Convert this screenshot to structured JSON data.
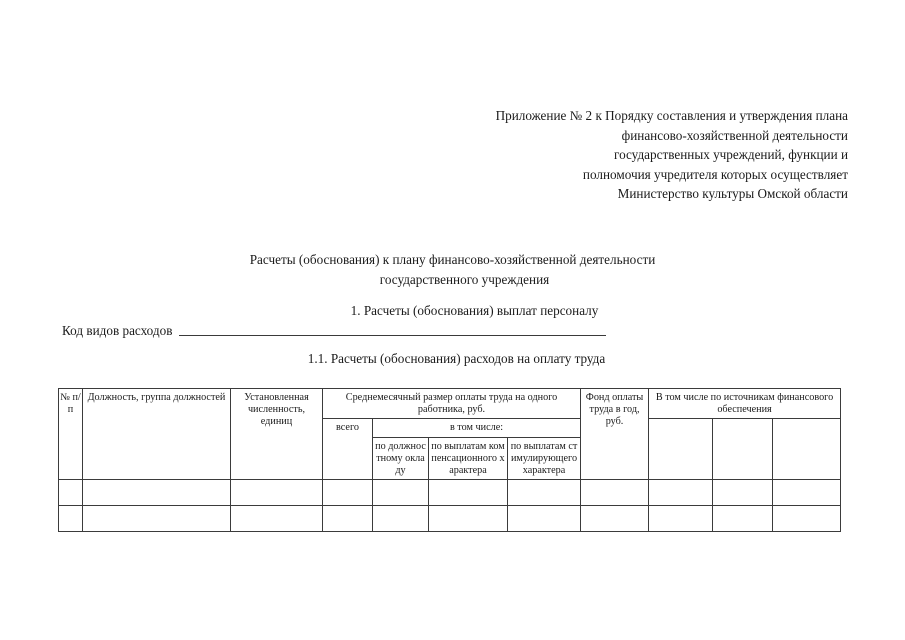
{
  "appendix": {
    "lines": [
      "Приложение № 2",
      "к Порядку составления и утверждения плана",
      "финансово-хозяйственной деятельности",
      "государственных учреждений, функции и",
      "полномочия учредителя которых осуществляет",
      "Министерство культуры Омской области"
    ]
  },
  "document_title": {
    "line1": "Расчеты (обоснования) к плану финансово-хозяйственной деятельности",
    "line2": "государственного учреждения"
  },
  "section": {
    "title": "1. Расчеты (обоснования) выплат персоналу"
  },
  "code_row": {
    "label": "Код видов расходов",
    "value": ""
  },
  "subsection": {
    "title": "1.1. Расчеты (обоснования) расходов на оплату труда"
  },
  "table": {
    "headers": {
      "num": "№ п/п",
      "position": "Должность, группа должностей",
      "headcount": "Установленная численность, единиц",
      "avg_monthly_group": "Среднемесячный размер оплаты труда на одного работника, руб.",
      "total": "всего",
      "including": "в том числе:",
      "by_salary": "по должностному окладу",
      "by_compensation": "по выплатам компенсационного характера",
      "by_incentive": "по выплатам стимулирующего характера",
      "annual_fund": "Фонд оплаты труда в год, руб.",
      "sources_group": "В том числе по источникам финансового обеспечения",
      "source_1": "",
      "source_2": "",
      "source_3": ""
    },
    "rows": [
      {
        "num": "",
        "position": "",
        "headcount": "",
        "total": "",
        "by_salary": "",
        "by_compensation": "",
        "by_incentive": "",
        "annual_fund": "",
        "source_1": "",
        "source_2": "",
        "source_3": ""
      },
      {
        "num": "",
        "position": "",
        "headcount": "",
        "total": "",
        "by_salary": "",
        "by_compensation": "",
        "by_incentive": "",
        "annual_fund": "",
        "source_1": "",
        "source_2": "",
        "source_3": ""
      }
    ]
  }
}
